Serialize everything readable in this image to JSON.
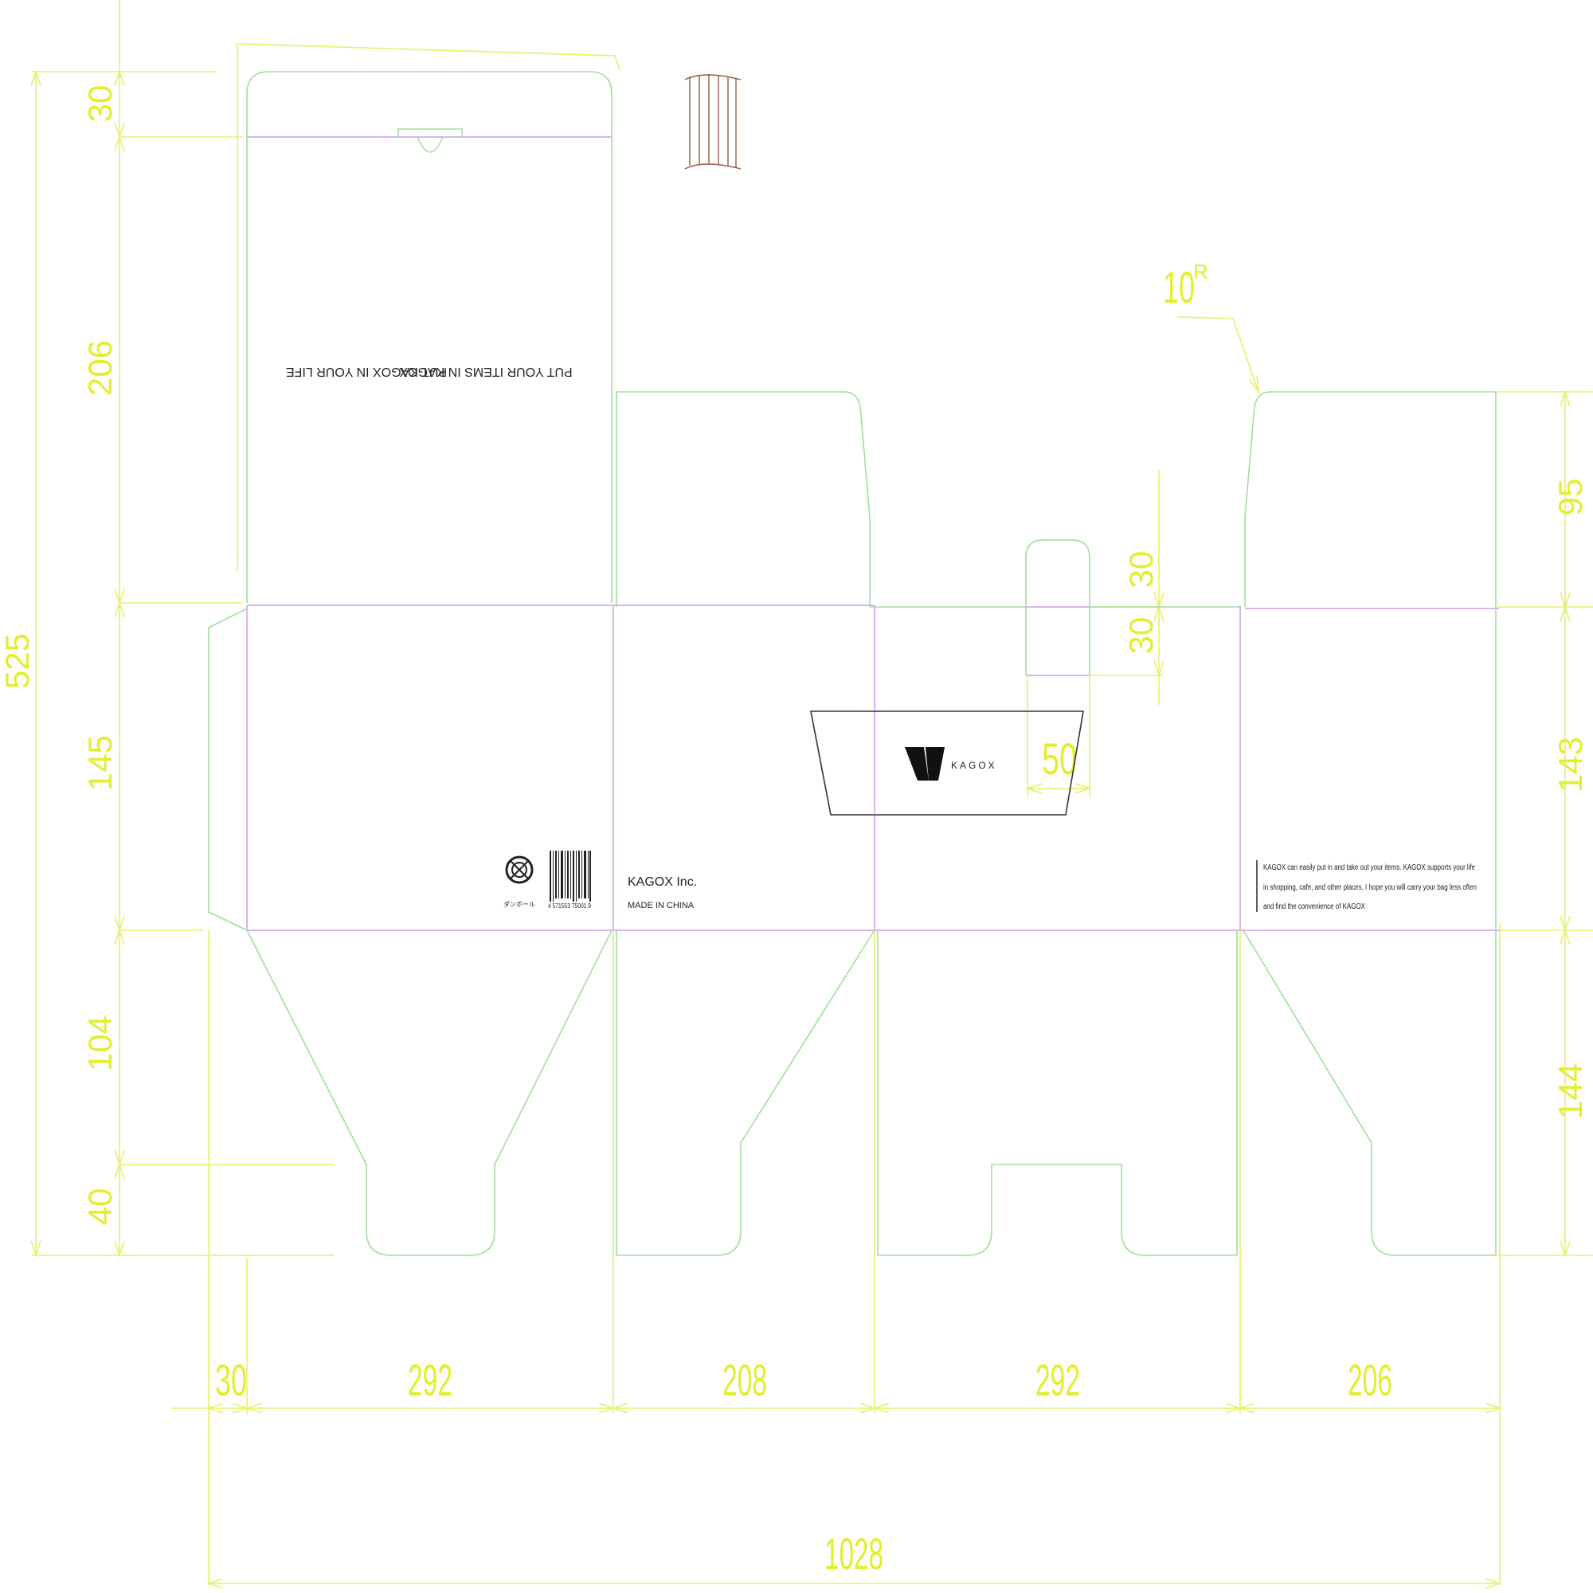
{
  "dimensions": {
    "top_tab": "30",
    "top_panel": "206",
    "overall_height": "525",
    "body_height_left": "145",
    "bottom_flap": "104",
    "bottom_tab": "40",
    "flap_height_right": "95",
    "body_height_right": "143",
    "bottom_flap_right": "144",
    "handle_upper": "30",
    "handle_lower": "30",
    "handle_width": "50",
    "corner_radius": "10",
    "corner_radius_suffix": "R",
    "glue_tab": "30",
    "panel_a": "292",
    "panel_b": "208",
    "panel_c": "292",
    "panel_d": "206",
    "overall_width": "1028"
  },
  "print": {
    "top_text_1": "PUT YOUR ITEMS IN KAGOX",
    "top_text_2": "PUT KAGOX IN YOUR LIFE",
    "company": "KAGOX Inc.",
    "origin": "MADE IN CHINA",
    "barcode_number": "4 571553 75001 9",
    "recycle_label": "ダンボール",
    "brand": "KAGOX",
    "desc_line_1": "KAGOX can easily put in and take out your items. KAGOX supports your life",
    "desc_line_2": "in shopping, cafe, and other places. I hope you will carry your bag less often",
    "desc_line_3": "and find the convenience of KAGOX"
  },
  "colors": {
    "dimension": "#e3ee2c",
    "cut_line": "#9fe09a",
    "fold_line": "#d7b6ee",
    "ink": "#222222"
  }
}
